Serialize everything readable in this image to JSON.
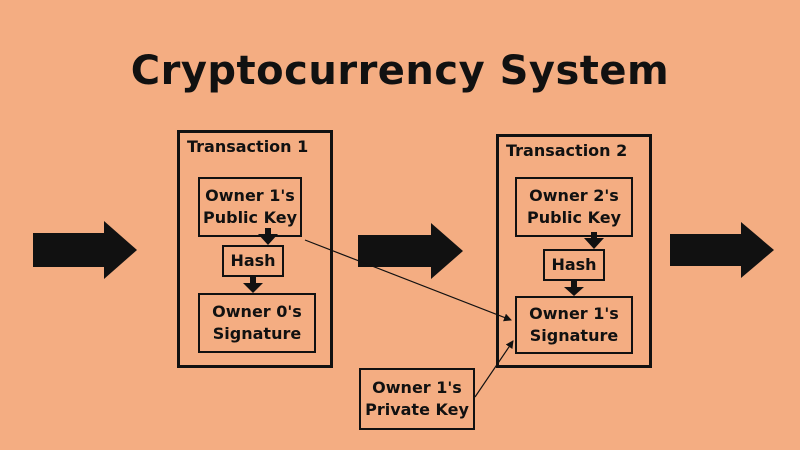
{
  "title": "Cryptocurrency System",
  "colors": {
    "background": "#f4ad82",
    "ink": "#111111"
  },
  "transactions": [
    {
      "label": "Transaction 1",
      "public_key": [
        "Owner 1's",
        "Public Key"
      ],
      "hash": "Hash",
      "signature": [
        "Owner 0's",
        "Signature"
      ]
    },
    {
      "label": "Transaction 2",
      "public_key": [
        "Owner 2's",
        "Public Key"
      ],
      "hash": "Hash",
      "signature": [
        "Owner 1's",
        "Signature"
      ]
    }
  ],
  "private_key": [
    "Owner 1's",
    "Private Key"
  ]
}
